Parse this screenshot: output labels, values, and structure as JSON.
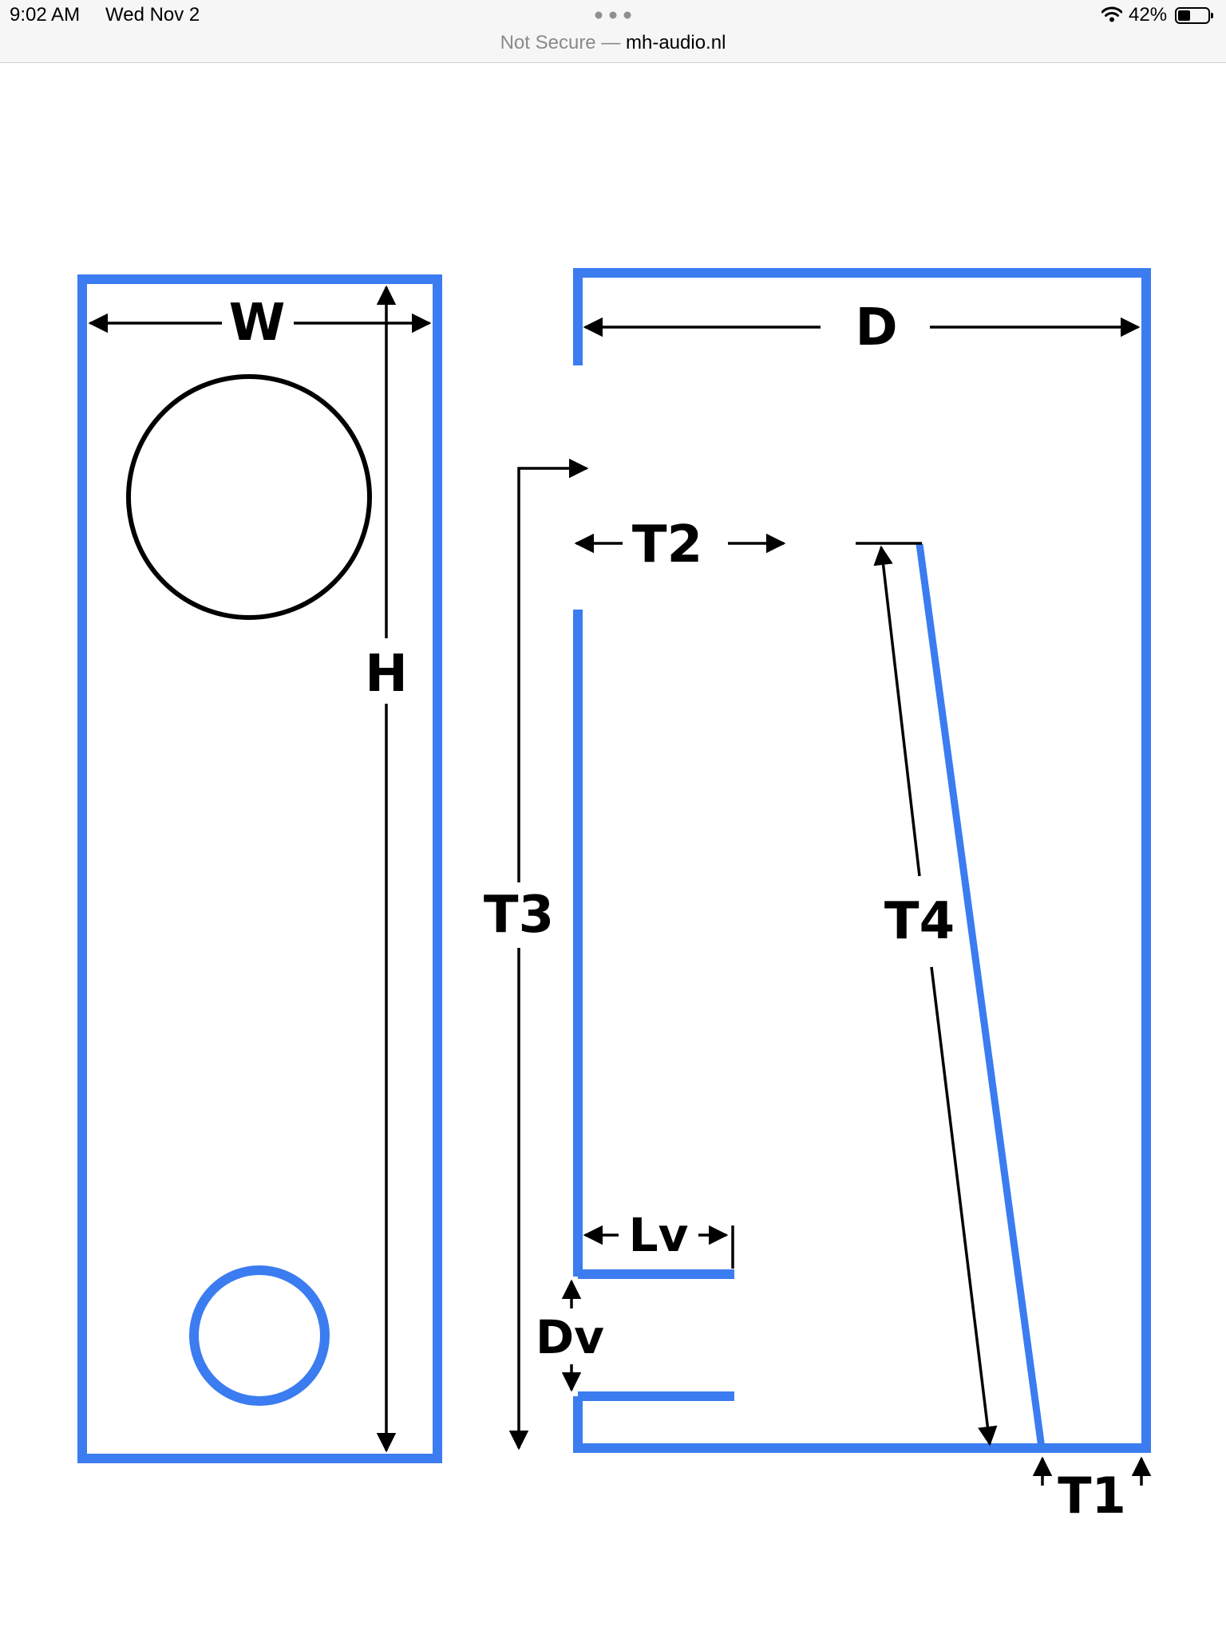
{
  "status_bar": {
    "time": "9:02 AM",
    "date": "Wed Nov 2",
    "battery_percent": "42%",
    "battery_level": 0.42
  },
  "browser": {
    "security_label": "Not Secure",
    "separator": " — ",
    "domain": "mh-audio.nl"
  },
  "diagram": {
    "outline_color": "#3b7cf0",
    "labels": {
      "w": "W",
      "h": "H",
      "d": "D",
      "t1": "T1",
      "t2": "T2",
      "t3": "T3",
      "t4": "T4",
      "lv": "Lv",
      "dv": "Dv"
    }
  }
}
